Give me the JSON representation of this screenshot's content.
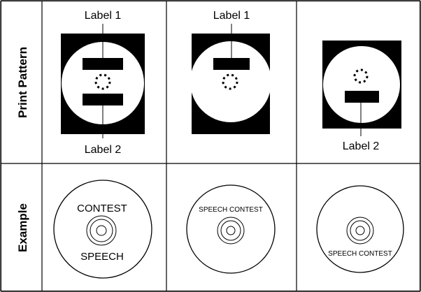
{
  "row_headers": {
    "print_pattern": "Print Pattern",
    "example": "Example"
  },
  "patterns": [
    {
      "label_top": "Label 1",
      "label_bottom": "Label 2"
    },
    {
      "label_top": "Label 1"
    },
    {
      "label_bottom": "Label 2"
    }
  ],
  "examples": [
    {
      "text_top": "CONTEST",
      "text_bottom": "SPEECH"
    },
    {
      "text_top": "SPEECH CONTEST"
    },
    {
      "text_bottom": "SPEECH CONTEST"
    }
  ]
}
